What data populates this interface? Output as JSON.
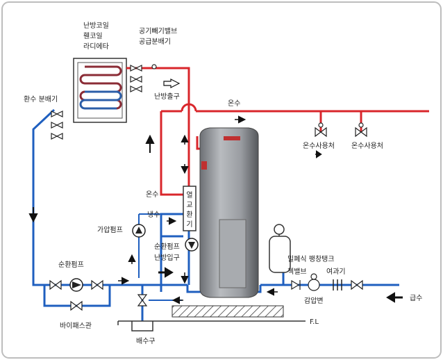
{
  "labels": {
    "radiator": [
      "난방코일",
      "휀코일",
      "라디에타"
    ],
    "air_vent": [
      "공기빼기밸브",
      "공급분배기"
    ],
    "heating_outlet": "난방출구",
    "return_header": "환수 분배기",
    "hot_water_top": "온수",
    "hot_water_use_1": "온수사용처",
    "hot_water_use_2": "온수사용처",
    "hot_water_left": "온수",
    "heat_exchanger": [
      "열",
      "교",
      "환",
      "기"
    ],
    "cold_water": "냉수",
    "booster_pump": "가압펌프",
    "circ_pump_small": "순환펌프",
    "heating_inlet": "난방입구",
    "circ_pump_main": "순환펌프",
    "bypass": "바이패스관",
    "drain": "배수구",
    "floor_level": "F.L",
    "expansion_tank": "밀폐식 팽창탱크",
    "check_valve": "첵밸브",
    "strainer": "여과기",
    "pressure_reducer": "감압변",
    "water_supply": "급수"
  },
  "colors": {
    "hot_pipe": "#d9262b",
    "cold_pipe": "#1f5fbf",
    "tank": "#8f9297",
    "frame_border": "#bdbdbd"
  }
}
